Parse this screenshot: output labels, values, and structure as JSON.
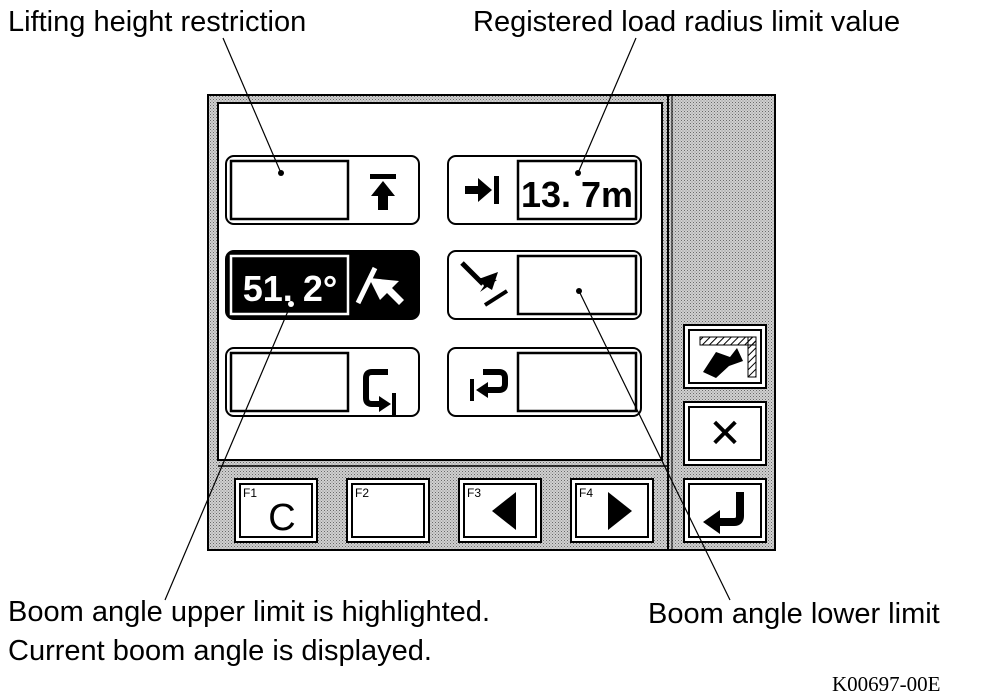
{
  "callouts": {
    "lifting_height": "Lifting height restriction",
    "load_radius": "Registered load radius limit value",
    "upper_limit_line1": "Boom angle upper limit is highlighted.",
    "upper_limit_line2": "Current boom angle is displayed.",
    "lower_limit": "Boom angle lower limit"
  },
  "display": {
    "load_radius_value": "13. 7m",
    "boom_angle_value": "51. 2°",
    "lifting_height_value": "",
    "lower_limit_value": "",
    "swing_right_value": "",
    "swing_left_value": ""
  },
  "function_keys": [
    {
      "label": "F1",
      "symbol": "C"
    },
    {
      "label": "F2",
      "symbol": ""
    },
    {
      "label": "F3",
      "symbol": "◀"
    },
    {
      "label": "F4",
      "symbol": "▶"
    }
  ],
  "side_buttons": {
    "close_symbol": "✕"
  },
  "figure_code": "K00697-00E",
  "icons": [
    "height-limit-icon",
    "radius-limit-icon",
    "boom-upper-limit-icon",
    "boom-lower-limit-icon",
    "swing-right-limit-icon",
    "swing-left-limit-icon",
    "work-area-icon",
    "close-icon",
    "enter-icon"
  ]
}
